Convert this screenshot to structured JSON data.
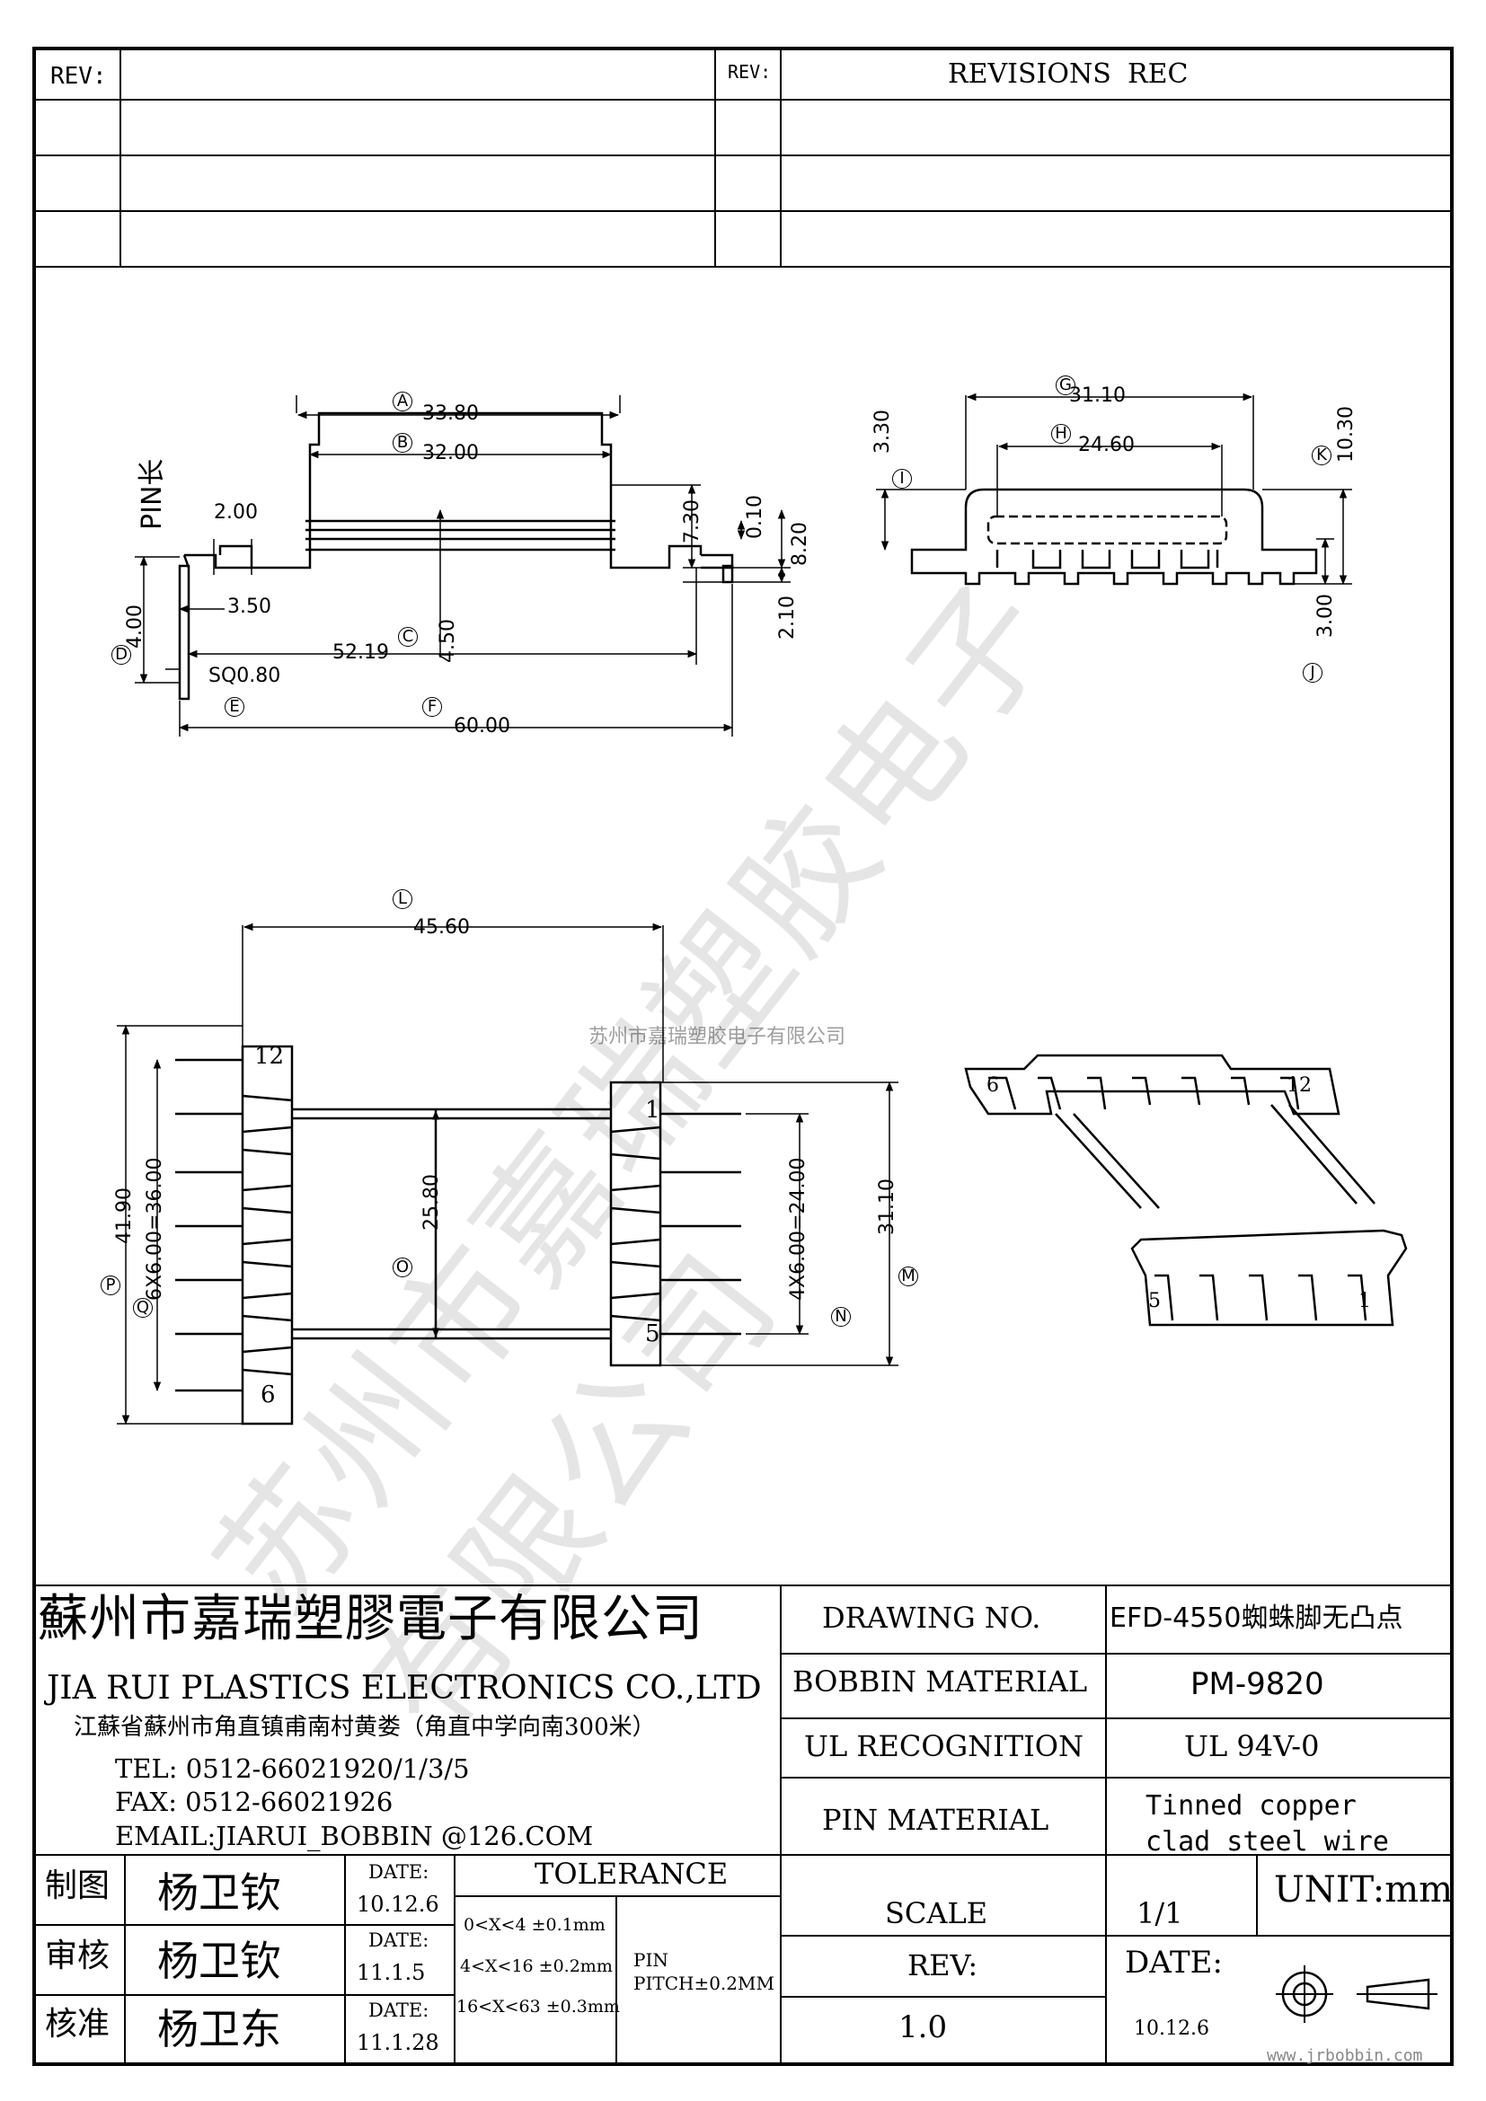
{
  "revision_table": {
    "rev_label": "REV:",
    "rev_label_2": "REV:",
    "header_title": "REVISIONS",
    "header_rec": "REC"
  },
  "watermark": {
    "center_text": "苏州市嘉瑞塑胶电子有限公司",
    "diagonal_text": "苏州市嘉瑞塑胶电子有限公司",
    "corner_url": "www.jrbobbin.com"
  },
  "side_view": {
    "pin_label": "PIN长",
    "dims": {
      "A": "33.80",
      "B": "32.00",
      "C": "52.19",
      "D": "4.00",
      "E": "SQ0.80",
      "F": "60.00",
      "d_200": "2.00",
      "d_350": "3.50",
      "d_450": "4.50",
      "d_730": "7.30",
      "d_010": "0.10",
      "d_820": "8.20",
      "d_210": "2.10"
    },
    "letters": {
      "A": "A",
      "B": "B",
      "C": "C",
      "D": "D",
      "E": "E",
      "F": "F"
    }
  },
  "end_view": {
    "dims": {
      "G": "31.10",
      "H": "24.60",
      "I": "3.30",
      "K": "10.30",
      "J": "3.00"
    },
    "letters": {
      "G": "G",
      "H": "H",
      "I": "I",
      "J": "J",
      "K": "K"
    }
  },
  "top_view": {
    "dims": {
      "L": "45.60",
      "O": "25.80",
      "P": "41.90",
      "Q": "6X6.00=36.00",
      "N": "4X6.00=24.00",
      "M": "31.10"
    },
    "letters": {
      "L": "L",
      "M": "M",
      "N": "N",
      "O": "O",
      "P": "P",
      "Q": "Q"
    },
    "pin_labels": {
      "p12": "12",
      "p6": "6",
      "p1": "1",
      "p5": "5"
    }
  },
  "iso_view": {
    "pin_labels": {
      "p6": "6",
      "p12": "12",
      "p5": "5",
      "p1": "1"
    }
  },
  "title_block": {
    "company_cn": "蘇州市嘉瑞塑膠電子有限公司",
    "company_en": "JIA RUI PLASTICS ELECTRONICS CO.,LTD",
    "address_cn": "江蘇省蘇州市角直镇甫南村黄娄（角直中学向南300米）",
    "tel": "TEL: 0512-66021920/1/3/5",
    "fax": "FAX: 0512-66021926",
    "email": "EMAIL:JIARUI_BOBBIN @126.COM",
    "drawing_no_label": "DRAWING   NO.",
    "drawing_no_value": "EFD-4550蜘蛛脚无凸点",
    "bobbin_material_label": "BOBBIN  MATERIAL",
    "bobbin_material_value": "PM-9820",
    "ul_label": "UL RECOGNITION",
    "ul_value": "UL 94V-0",
    "pin_material_label": "PIN MATERIAL",
    "pin_material_line1": "Tinned copper",
    "pin_material_line2": "clad steel wire",
    "scale_label": "SCALE",
    "scale_value": "1/1",
    "unit": "UNIT:mm",
    "rev_label": "REV:",
    "rev_value": "1.0",
    "date_label": "DATE:",
    "date_value": "10.12.6",
    "tolerance_label": "TOLERANCE",
    "tolerance_rows": [
      "0<X<4  ±0.1mm",
      "4<X<16 ±0.2mm",
      "16<X<63 ±0.3mm"
    ],
    "pin_pitch_line1": "PIN",
    "pin_pitch_line2": "PITCH±0.2MM",
    "sign_rows": [
      {
        "role": "制图",
        "name": "杨卫钦",
        "date_label": "DATE:",
        "date": "10.12.6"
      },
      {
        "role": "审核",
        "name": "杨卫钦",
        "date_label": "DATE:",
        "date": "11.1.5"
      },
      {
        "role": "核准",
        "name": "杨卫东",
        "date_label": "DATE:",
        "date": "11.1.28"
      }
    ]
  }
}
